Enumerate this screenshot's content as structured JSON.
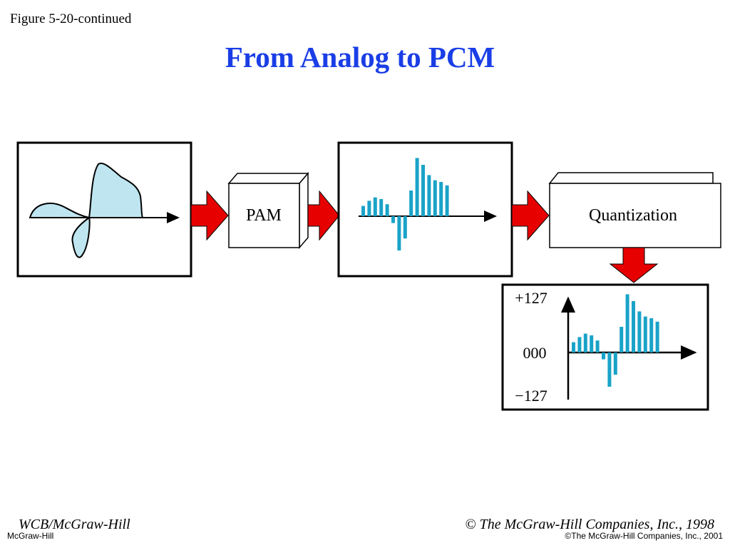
{
  "figure_label": "Figure 5-20-continued",
  "title": "From Analog to PCM",
  "stages": {
    "pam_label": "PAM",
    "quantization_label": "Quantization"
  },
  "quantized_axis": {
    "top": "+127",
    "zero": "000",
    "bottom": "−127"
  },
  "pam_samples": [
    0.3,
    0.45,
    0.55,
    0.5,
    0.35,
    -0.2,
    -1.0,
    -0.65,
    0.75,
    1.7,
    1.5,
    1.2,
    1.05,
    1.0,
    0.9
  ],
  "colors": {
    "title": "#1a3ee6",
    "arrow": "#e60000",
    "sample_bars": "#1aa3c8",
    "wave_fill": "#bfe6f0"
  },
  "footer": {
    "left": "WCB/McGraw-Hill",
    "right": "The McGraw-Hill Companies, Inc., 1998",
    "copyright_symbol": "©",
    "small_left": "McGraw-Hill",
    "small_right": "©The McGraw-Hill Companies, Inc., 2001"
  }
}
